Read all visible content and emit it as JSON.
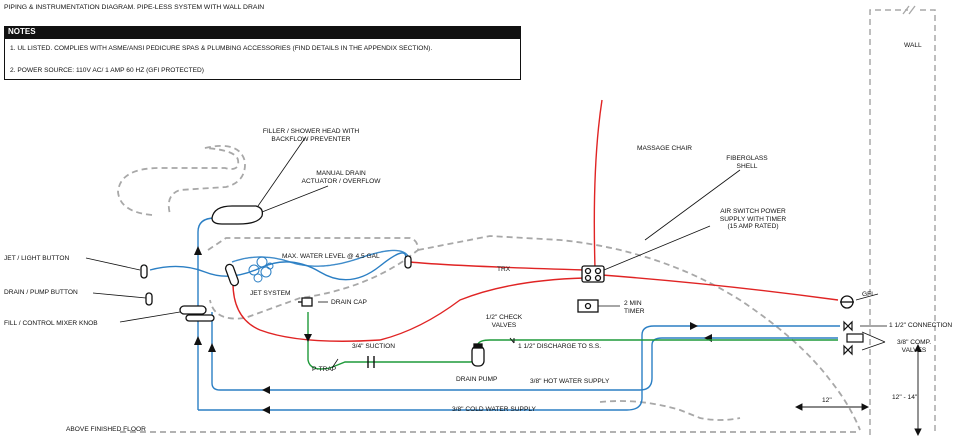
{
  "title": "PIPING & INSTRUMENTATION DIAGRAM. PIPE-LESS SYSTEM WITH WALL DRAIN",
  "notes": {
    "heading": "NOTES",
    "items": [
      "1. UL LISTED. COMPLIES WITH ASME/ANSI PEDICURE SPAS & PLUMBING ACCESSORIES (FIND DETAILS IN THE APPENDIX SECTION).",
      "2. POWER SOURCE: 110V AC/ 1 AMP 60 HZ (GFI PROTECTED)"
    ]
  },
  "labels": {
    "wall": "WALL",
    "filler": [
      "FILLER / SHOWER HEAD WITH",
      "BACKFLOW PREVENTER"
    ],
    "manual_drain": [
      "MANUAL DRAIN",
      "ACTUATOR / OVERFLOW"
    ],
    "massage_chair": "MASSAGE CHAIR",
    "fiberglass": [
      "FIBERGLASS",
      "SHELL"
    ],
    "air_switch": [
      "AIR SWITCH POWER",
      "SUPPLY WITH TIMER",
      "(15 AMP RATED)"
    ],
    "jet_light": "JET / LIGHT BUTTON",
    "drain_pump_button": "DRAIN / PUMP BUTTON",
    "fill_knob": "FILL / CONTROL MIXER KNOB",
    "max_water": "MAX. WATER LEVEL @ 4.5 GAL",
    "jet_system": "JET SYSTEM",
    "drain_cap": "DRAIN CAP",
    "trx": "TRX",
    "gfi": "GFI",
    "timer": [
      "2 MIN",
      "TIMER"
    ],
    "connection": "1 1/2\" CONNECTION",
    "comp_valves": [
      "3/8\" COMP.",
      "VALVES"
    ],
    "check_valves": [
      "1/2\" CHECK",
      "VALVES"
    ],
    "discharge": "1 1/2\" DISCHARGE TO S.S.",
    "suction": "3/4\" SUCTION",
    "ptrap": "P-TRAP",
    "drain_pump": "DRAIN PUMP",
    "hot_supply": "3/8\" HOT WATER SUPPLY",
    "cold_supply": "3/8\" COLD WATER SUPPLY",
    "floor": "ABOVE FINISHED FLOOR",
    "dim_12": "12\"",
    "dim_12_14": "12\" - 14\""
  },
  "colors": {
    "water": "#2b7fc4",
    "power": "#e02424",
    "drain": "#1f9a3a",
    "outline": "#a8a8a8",
    "ink": "#111111"
  }
}
